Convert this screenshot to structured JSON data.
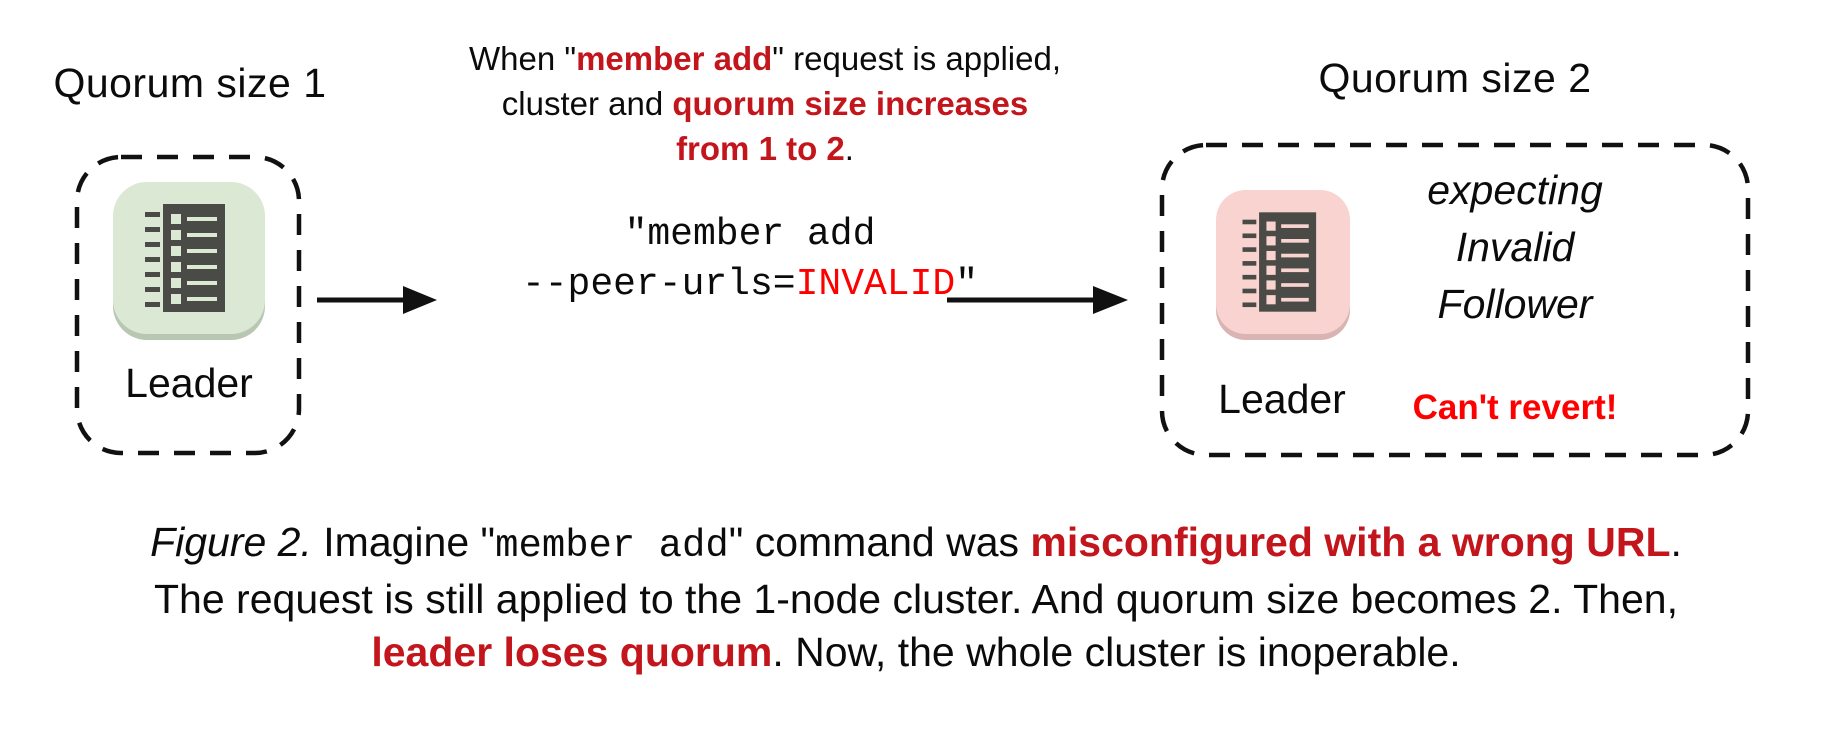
{
  "colors": {
    "emphasis_red": "#c3151c",
    "bright_red": "#fe0000",
    "node_green": "#dae8d4",
    "node_green_shadow": "#b8c7b2",
    "node_pink": "#f8d3d0",
    "node_pink_shadow": "#d9b4b2",
    "icon_dark": "#4a4a46",
    "text_black": "#0b0b0b"
  },
  "left_cluster": {
    "title": "Quorum size 1",
    "node_label": "Leader"
  },
  "annotation": {
    "line1": {
      "pre": "When \"",
      "em": "member add",
      "post": "\" request is applied,"
    },
    "line2": {
      "pre": "cluster and ",
      "em": "quorum size increases"
    },
    "line3": {
      "em": "from 1 to 2",
      "post": "."
    }
  },
  "command": {
    "line1": "\"member add",
    "line2_pre": "--peer-urls=",
    "line2_invalid": "INVALID",
    "line2_post": "\""
  },
  "right_cluster": {
    "title": "Quorum size 2",
    "node_label": "Leader",
    "status_line1": "expecting",
    "status_line2": "Invalid",
    "status_line3": "Follower",
    "warning": "Can't revert!"
  },
  "caption": {
    "line1": {
      "figure": "Figure 2.",
      "pre": " Imagine \"",
      "code": "member add",
      "mid": "\" command was ",
      "em": "misconfigured with a wrong URL",
      "post": "."
    },
    "line2": "The request is still applied to the 1-node cluster. And quorum size becomes 2. Then,",
    "line3": {
      "em": "leader loses quorum",
      "post": ". Now, the whole cluster is inoperable."
    }
  }
}
